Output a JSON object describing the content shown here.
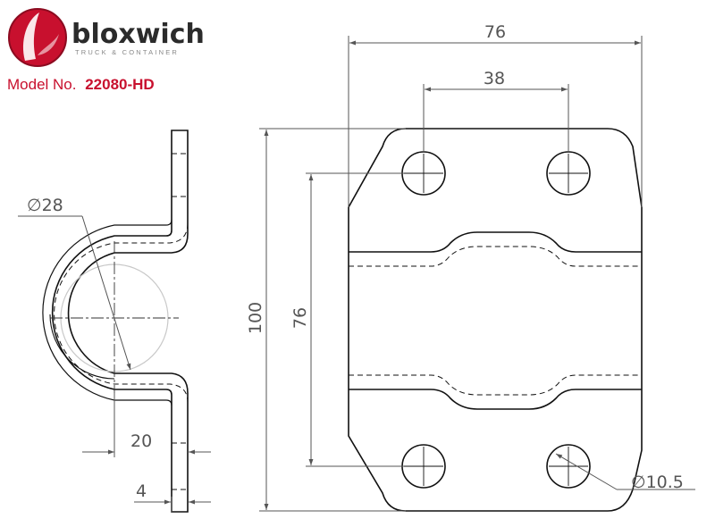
{
  "brand": {
    "name": "bloxwich",
    "tagline": "TRUCK & CONTAINER",
    "logo_color": "#c8102e",
    "text_color": "#2b2b2b"
  },
  "model": {
    "label": "Model No.",
    "number": "22080-HD",
    "color": "#c8102e"
  },
  "dimensions": {
    "overall_width": "76",
    "hole_spacing": "38",
    "overall_height": "100",
    "strap_width": "76",
    "bore_diameter": "28",
    "hole_diameter": "10.5",
    "depth": "20",
    "thickness": "4",
    "diameter_symbol": "∅",
    "text_color": "#555555"
  }
}
